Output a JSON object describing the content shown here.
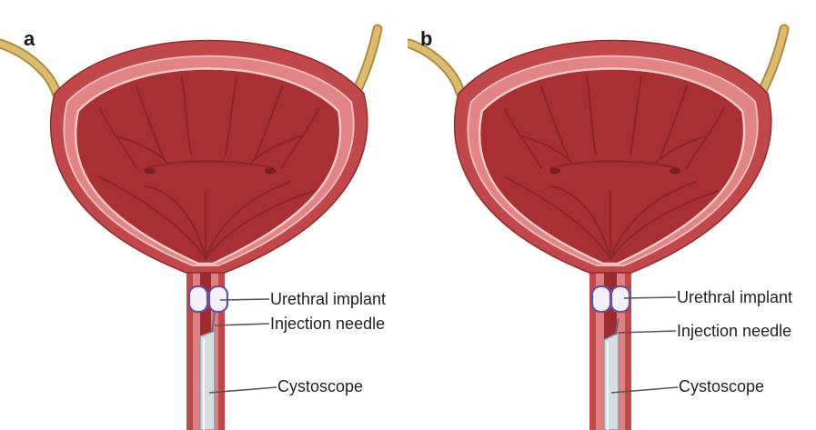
{
  "panels": [
    {
      "letter": "a",
      "labels": {
        "implant": "Urethral implant",
        "needle": "Injection needle",
        "cystoscope": "Cystoscope"
      }
    },
    {
      "letter": "b",
      "labels": {
        "implant": "Urethral implant",
        "needle": "Injection needle",
        "cystoscope": "Cystoscope"
      }
    }
  ],
  "colors": {
    "background": "#ffffff",
    "bladder_outer": "#c0474a",
    "bladder_wall": "#e07f82",
    "bladder_lumen": "#a82f32",
    "ureter": "#d8b56a",
    "implant_fill": "#f4f1f8",
    "implant_stroke": "#6d4f9e",
    "cystoscope": "#d5dde2",
    "leader_line": "#555555"
  },
  "icons": {
    "bladder": "bladder-cross-section",
    "implant": "urethral-bulking-implant",
    "needle": "injection-needle",
    "cystoscope": "cystoscope-shaft"
  }
}
